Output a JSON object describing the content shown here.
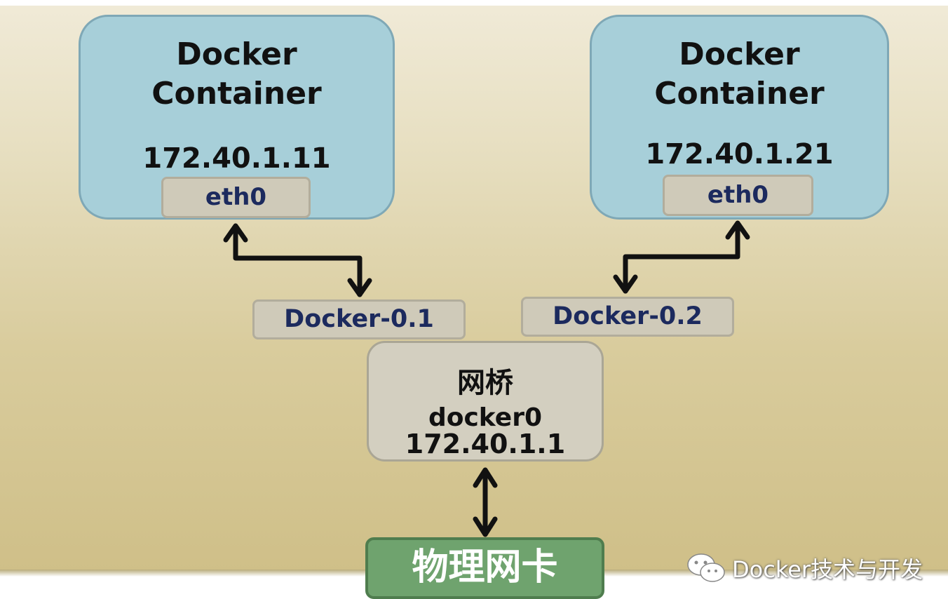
{
  "containers": [
    {
      "title_line1": "Docker",
      "title_line2": "Container",
      "ip": "172.40.1.11",
      "interface": "eth0"
    },
    {
      "title_line1": "Docker",
      "title_line2": "Container",
      "ip": "172.40.1.21",
      "interface": "eth0"
    }
  ],
  "veth": [
    "Docker-0.1",
    "Docker-0.2"
  ],
  "bridge": {
    "label": "网桥",
    "name": "docker0",
    "ip": "172.40.1.1"
  },
  "nic": {
    "label": "物理网卡"
  },
  "watermark": {
    "text": "Docker技术与开发",
    "icon": "wechat-icon"
  },
  "colors": {
    "container_fill": "#a7cfd9",
    "pill_fill": "#cfcab9",
    "bridge_fill": "#d3cfc0",
    "nic_fill": "#6fa36e",
    "arrow": "#111111"
  }
}
